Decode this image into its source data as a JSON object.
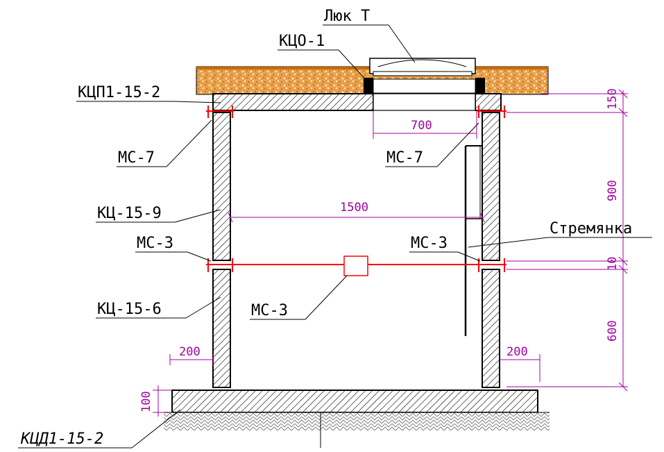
{
  "labels": {
    "hatch_title": "Люк Т",
    "ring_top": "КЦО-1",
    "slab_top": "КЦП1-15-2",
    "mc7_left": "МС-7",
    "mc7_right": "МС-7",
    "ring_upper": "КЦ-15-9",
    "mc3_left": "МС-3",
    "mc3_right": "МС-3",
    "ladder": "Стремянка",
    "ring_lower": "КЦ-15-6",
    "mc3_center": "МС-3",
    "bottom_slab": "КЦД1-15-2"
  },
  "dimensions": {
    "opening": "700",
    "inner_diameter": "1500",
    "wall_left": "200",
    "wall_right": "200",
    "slab_thickness": "150",
    "upper_ring_height": "900",
    "joint": "10",
    "lower_ring_height": "600",
    "bottom_thickness": "100"
  },
  "colors": {
    "dimension": "#a000a0",
    "seal": "#ff0000",
    "fill_sand": "#e8a04a"
  }
}
